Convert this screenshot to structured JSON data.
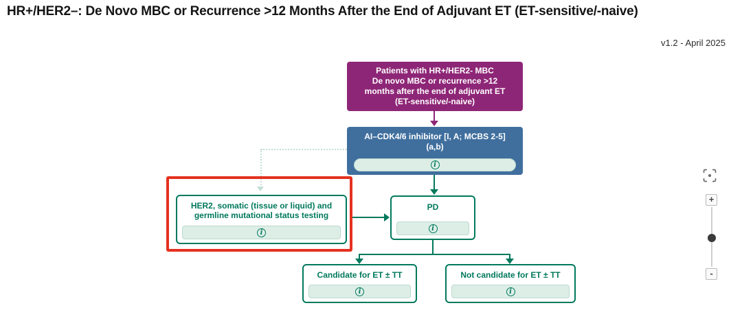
{
  "header": {
    "title": "HR+/HER2–: De Novo MBC or Recurrence >12 Months After the End of Adjuvant ET (ET-sensitive/-naive)",
    "version": "v1.2 - April 2025"
  },
  "flowchart": {
    "patients": {
      "lines": [
        "Patients with HR+/HER2- MBC",
        "De novo MBC or recurrence >12",
        "months after the end of adjuvant ET",
        "(ET-sensitive/-naive)"
      ]
    },
    "cdk": {
      "lines": [
        "AI–CDK4/6 inhibitor [I, A; MCBS 2-5]",
        "(a,b)"
      ]
    },
    "testing": {
      "lines": [
        "HER2, somatic (tissue or liquid) and",
        "germline mutational status testing"
      ],
      "highlighted": true
    },
    "pd": {
      "label": "PD"
    },
    "candidate": {
      "label": "Candidate for ET ± TT"
    },
    "not_candidate": {
      "label": "Not candidate for ET ± TT"
    }
  },
  "icons": {
    "info": "i"
  },
  "controls": {
    "zoom_in": "+",
    "zoom_out": "-"
  },
  "colors": {
    "purple": "#8e2677",
    "blue": "#406f9e",
    "green": "#00795c",
    "light_green": "#ddeee7",
    "highlight_red": "#e5311f"
  }
}
